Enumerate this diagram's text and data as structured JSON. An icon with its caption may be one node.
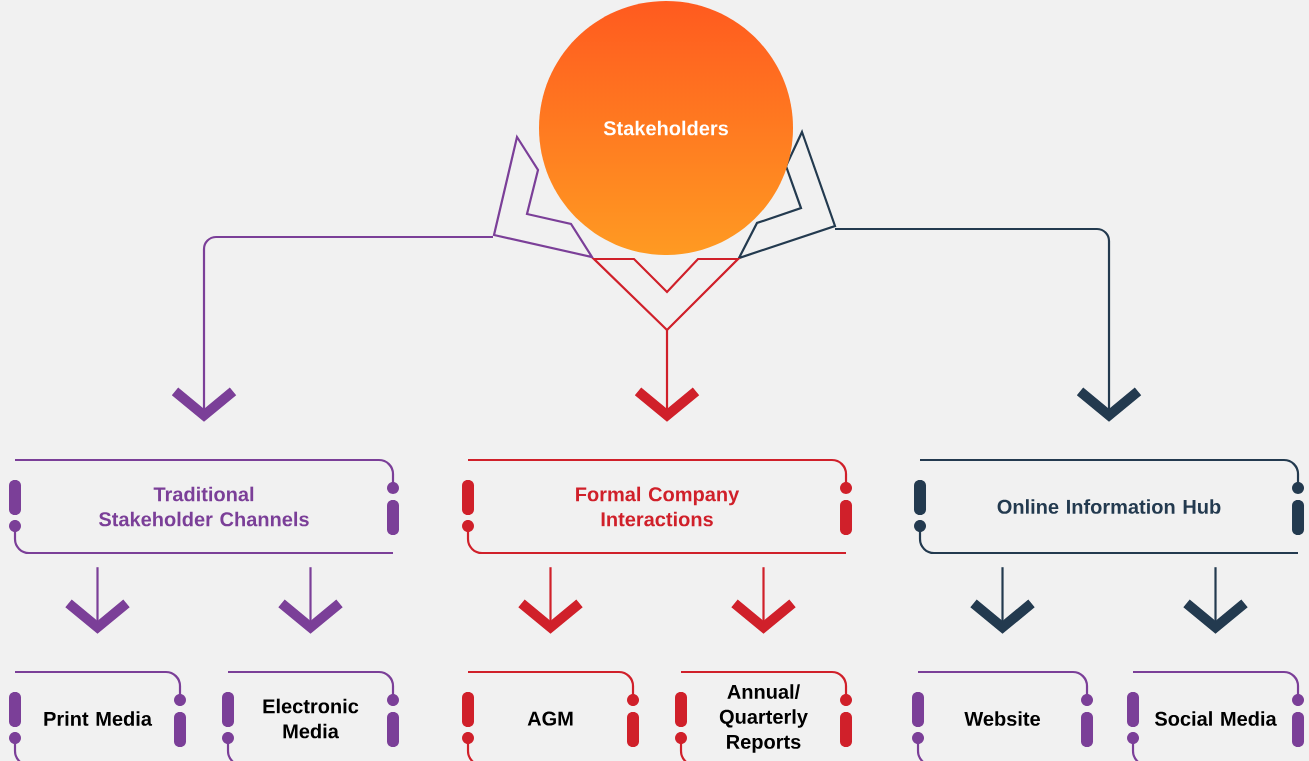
{
  "diagram": {
    "nodes": [
      {
        "text": [
          "Stakeholders"
        ]
      },
      {
        "text": [
          "Traditional Stakeholder Channels"
        ]
      },
      {
        "text": [
          "Formal Company Interactions"
        ]
      },
      {
        "text": [
          "Online Information Hub"
        ]
      },
      {
        "text": [
          "Print Media"
        ]
      },
      {
        "text": [
          "Electronic Media"
        ]
      },
      {
        "text": [
          "AGM"
        ]
      },
      {
        "text": [
          "Annual/ Quarterly Reports"
        ]
      },
      {
        "text": [
          "Website"
        ]
      },
      {
        "text": [
          "Social Media"
        ]
      }
    ],
    "edges": [
      {
        "from": 0,
        "to": 1,
        "arrow": "to",
        "color": "#7b3f98"
      },
      {
        "from": 0,
        "to": 2,
        "arrow": "to",
        "color": "#d0202a"
      },
      {
        "from": 0,
        "to": 3,
        "arrow": "to",
        "color": "#233a4f"
      },
      {
        "from": 1,
        "to": 4,
        "arrow": "to",
        "color": "#7b3f98"
      },
      {
        "from": 1,
        "to": 5,
        "arrow": "to",
        "color": "#7b3f98"
      },
      {
        "from": 2,
        "to": 6,
        "arrow": "to",
        "color": "#d0202a"
      },
      {
        "from": 2,
        "to": 7,
        "arrow": "to",
        "color": "#d0202a"
      },
      {
        "from": 3,
        "to": 8,
        "arrow": "to",
        "color": "#233a4f"
      },
      {
        "from": 3,
        "to": 9,
        "arrow": "to",
        "color": "#233a4f"
      }
    ]
  }
}
